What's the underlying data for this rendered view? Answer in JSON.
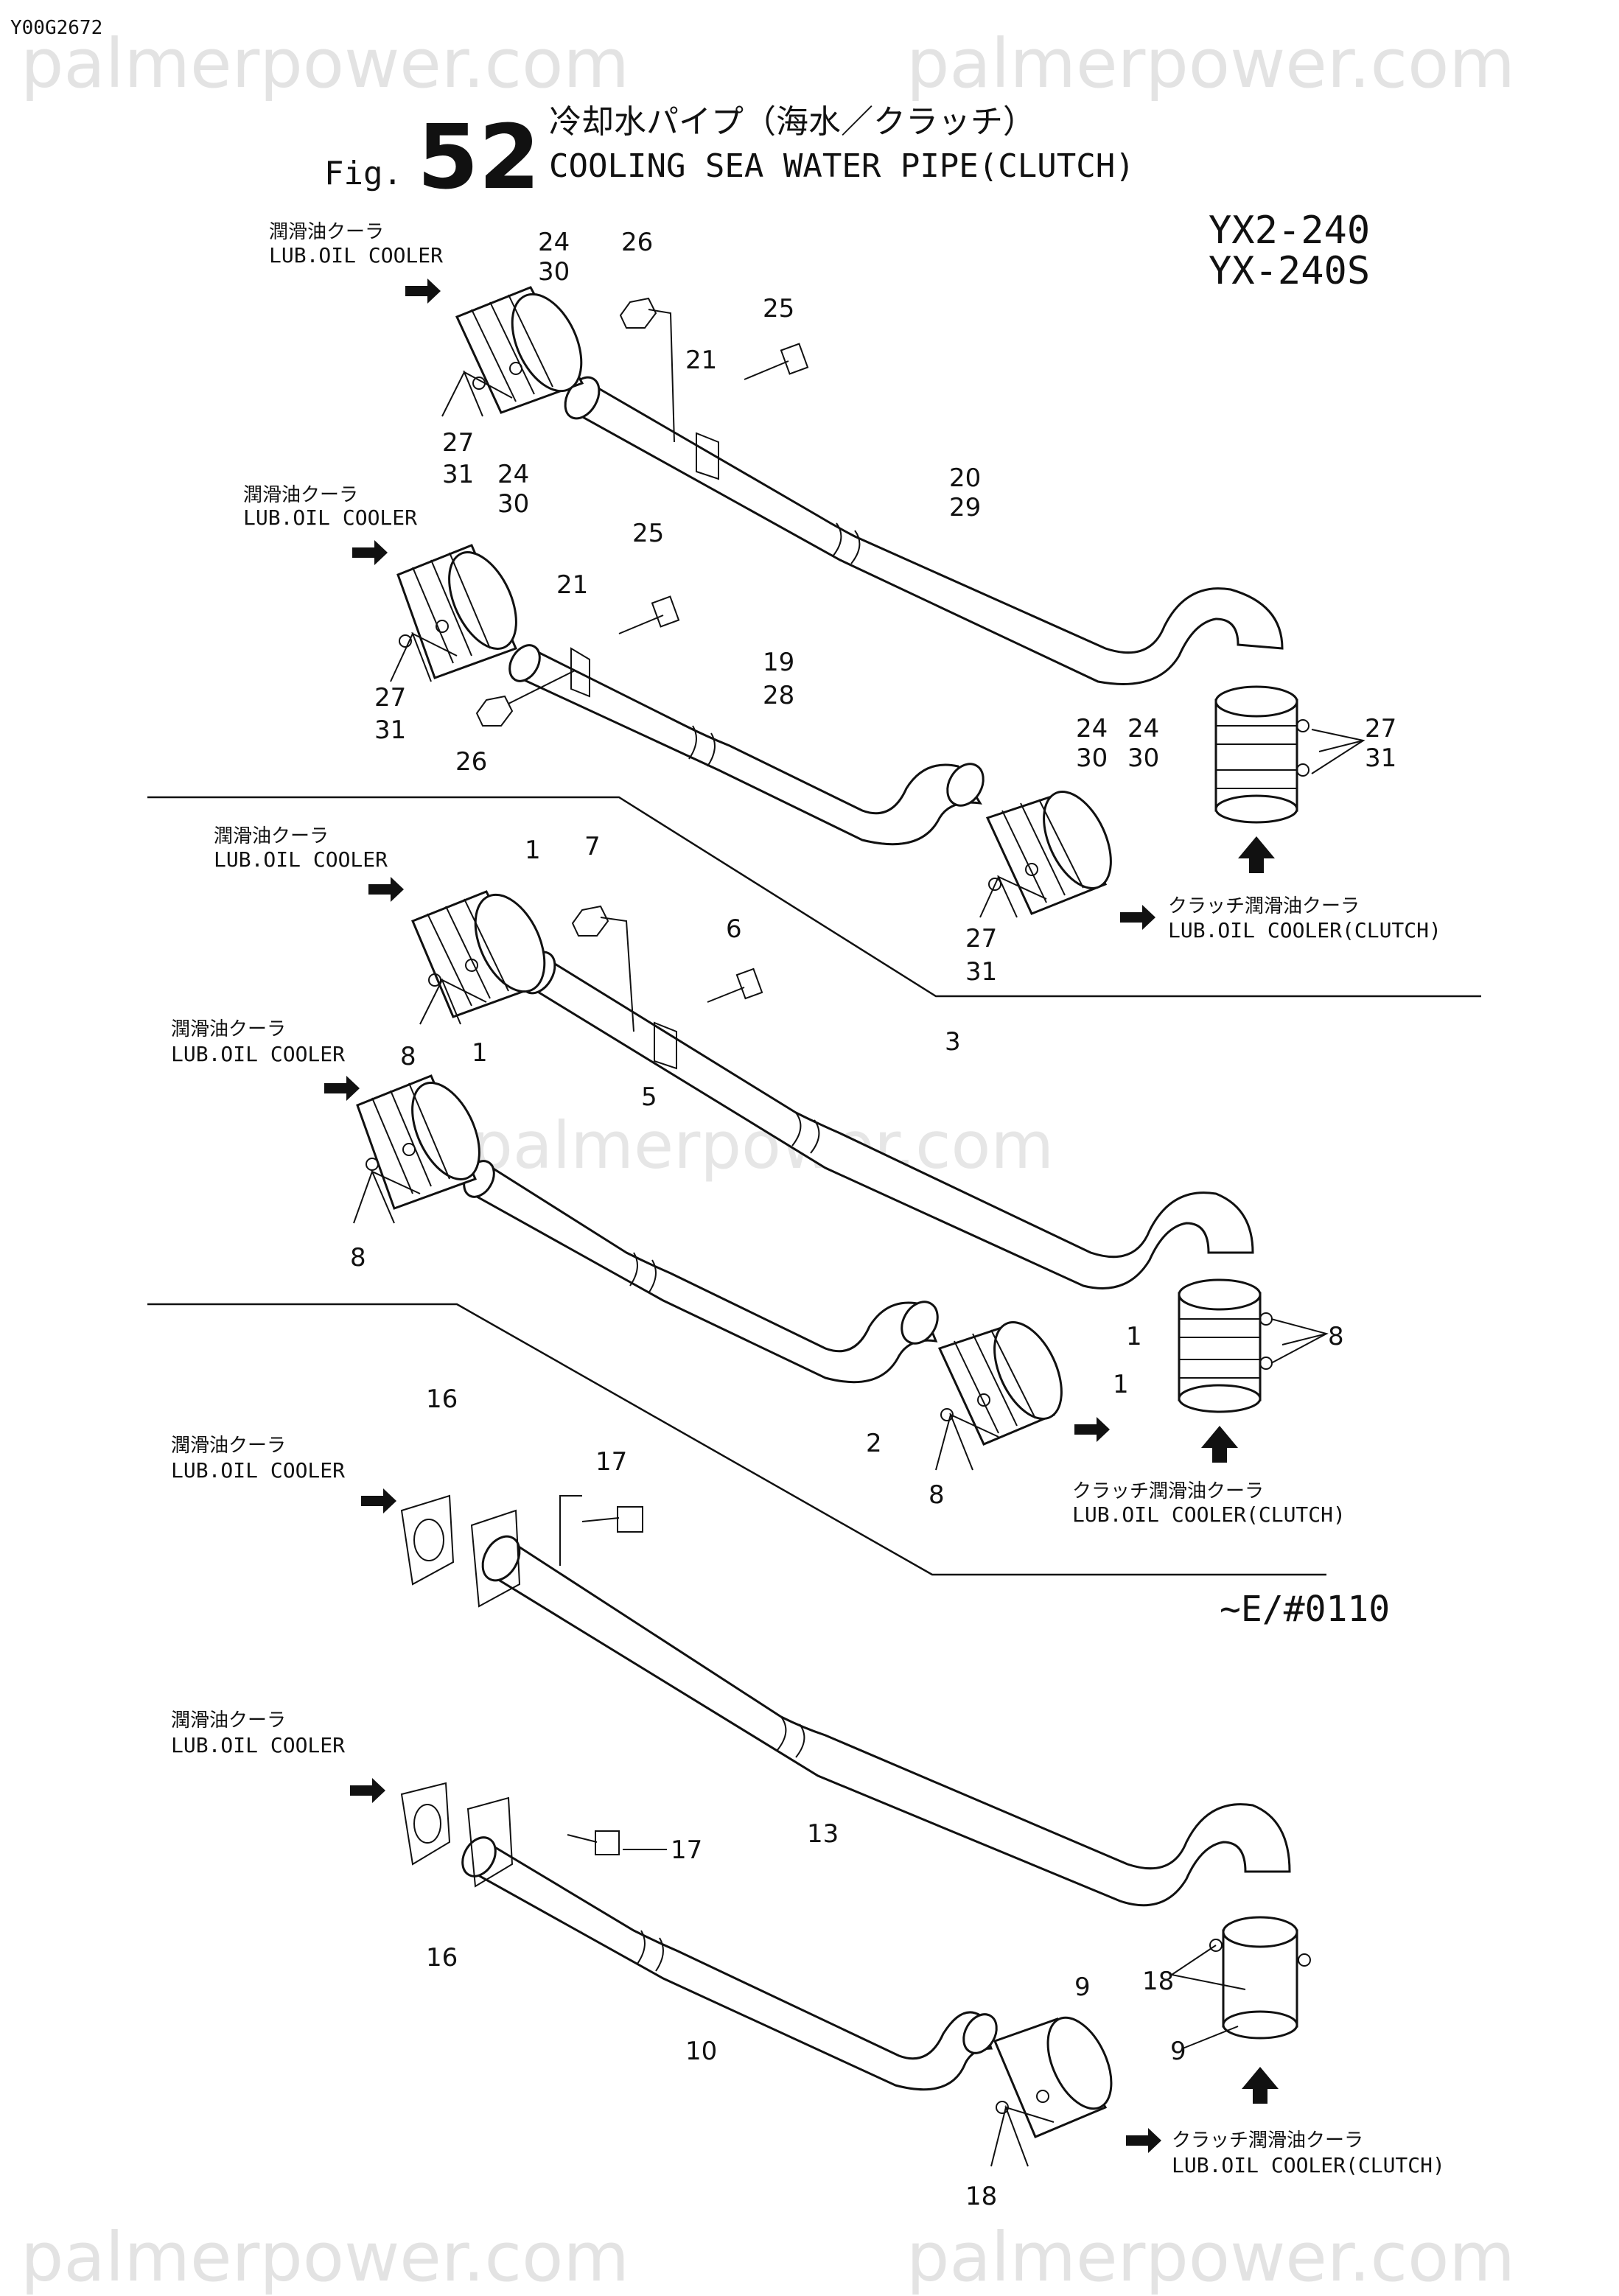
{
  "doc_code": "Y00G2672",
  "watermark": "palmerpower.com",
  "figure": {
    "prefix": "Fig.",
    "number": "52",
    "title_jp": "冷却水パイプ（海水／クラッチ）",
    "title_en": "COOLING SEA WATER PIPE(CLUTCH)"
  },
  "models": [
    "YX2-240",
    "YX-240S"
  ],
  "serial_range": "~E/#0110",
  "labels": {
    "lub_cooler_jp": "潤滑油クーラ",
    "lub_cooler_en": "LUB.OIL COOLER",
    "clutch_cooler_jp": "クラッチ潤滑油クーラ",
    "clutch_cooler_en": "LUB.OIL COOLER(CLUTCH)"
  },
  "callouts": {
    "s1": [
      "24",
      "30",
      "26",
      "25",
      "21",
      "27",
      "31",
      "20",
      "29",
      "24",
      "30",
      "25",
      "21",
      "27",
      "31",
      "26",
      "19",
      "28",
      "24",
      "30",
      "24",
      "30",
      "27",
      "31",
      "27",
      "31"
    ],
    "s2": [
      "1",
      "7",
      "6",
      "8",
      "1",
      "5",
      "3",
      "8",
      "2",
      "1",
      "1",
      "8",
      "8"
    ],
    "s3": [
      "16",
      "17",
      "13",
      "17",
      "16",
      "10",
      "9",
      "18",
      "9",
      "18"
    ]
  },
  "icons": [
    "flow-arrow-icon"
  ]
}
